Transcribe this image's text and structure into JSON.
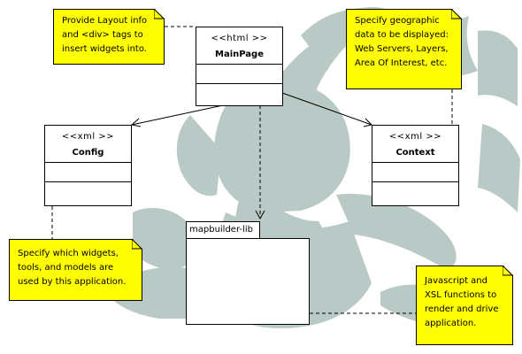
{
  "classes": {
    "main_page": {
      "stereotype": "<<html >>",
      "name": "MainPage"
    },
    "config": {
      "stereotype": "<<xml >>",
      "name": "Config"
    },
    "context": {
      "stereotype": "<<xml >>",
      "name": "Context"
    }
  },
  "package": {
    "name": "mapbuilder-lib"
  },
  "notes": {
    "layout": [
      "Provide Layout info",
      "and <div> tags to",
      "insert widgets into."
    ],
    "context": [
      "Specify geographic",
      "data to be displayed:",
      "Web Servers, Layers,",
      "Area Of Interest, etc."
    ],
    "config": [
      "Specify which widgets,",
      "tools, and models are",
      "used by this application."
    ],
    "lib": [
      "Javascript and",
      "XSL functions to",
      "render and drive",
      "application."
    ]
  },
  "colors": {
    "note_fill": "#ffff00",
    "watermark": "#b9c9c6",
    "line": "#000000"
  },
  "watermark": {
    "icon": "viking-mascot-icon"
  }
}
